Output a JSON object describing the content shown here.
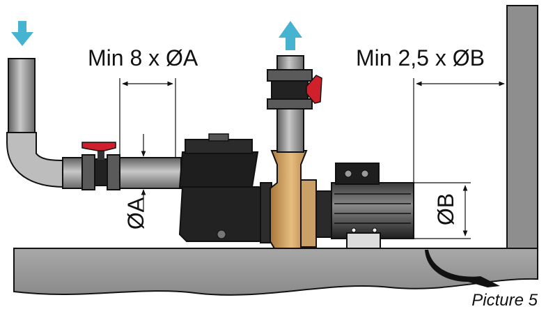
{
  "labels": {
    "inlet_spacing": "Min 8 x ØA",
    "outlet_spacing": "Min 2,5 x ØB",
    "inlet_diameter": "ØA",
    "motor_diameter": "ØB",
    "caption": "Picture 5"
  },
  "colors": {
    "pipe": "#6f6f6f",
    "pipe_highlight": "#b4b4b4",
    "floor": "#9a9a9a",
    "wall": "#8e8e8e",
    "pump_body": "#222222",
    "bronze": "#d3a35f",
    "valve_handle": "#d0202b",
    "flow_arrow": "#46b3d1"
  },
  "icons": {
    "inlet_flow": "arrow-down-icon",
    "outlet_flow": "arrow-up-icon"
  }
}
